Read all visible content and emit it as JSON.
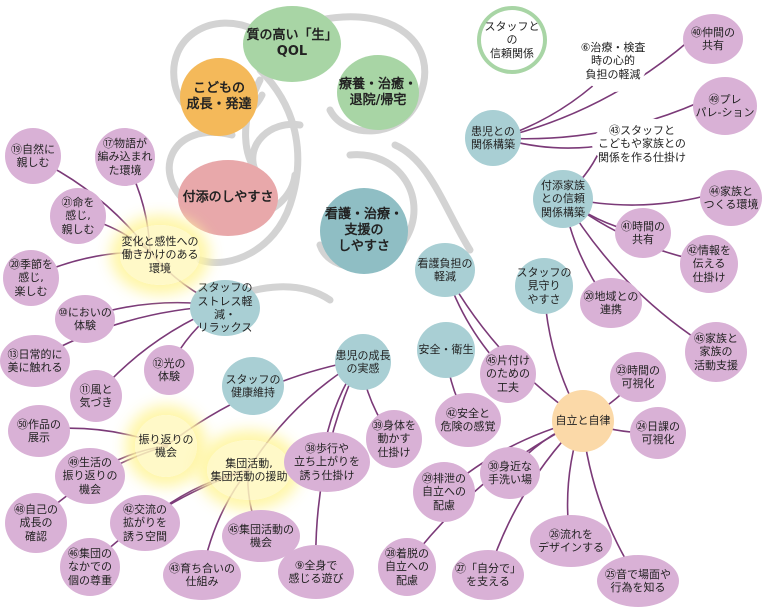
{
  "colors": {
    "pink": "#d9b1d6",
    "teal": "#a9cfd4",
    "green": "#a8d5a5",
    "orange": "#f4b95a",
    "salmon": "#e8a8aa",
    "light_orange": "#fbd9a8",
    "mid_teal": "#8fbec4",
    "line": "#7b3a78"
  },
  "nodes": {
    "quality": "質の高い「生」\nQOL",
    "child_growth": "こどもの\n成長・発達",
    "treatment": "療養・治癒・\n退院/帰宅",
    "ease_attend": "付添のしやすさ",
    "ease_care": "看護・治療・\n支援の\nしやすさ",
    "trust_staff": "スタッフとの\n信頼関係",
    "patient_rel": "患児との\n関係構築",
    "family_rel": "付添家族\nとの信頼\n関係構築",
    "nurse_burden": "看護負担の\n軽減",
    "watch": "スタッフの\n見守り\nやすさ",
    "env": "変化と感性への\n働きかけのある\n環境",
    "staff_stress": "スタッフの\nストレス軽減・\nリラックス",
    "health": "スタッフの\n健康維持",
    "growth_feel": "患児の成長\nの実感",
    "safety": "安全・衛生",
    "reflect": "振り返りの\n機会",
    "group": "集団活動,\n集団活動の援助",
    "autonomy": "自立と自律",
    "n40": "㊵仲間の\n共有",
    "n6": "⑥治療・検査\n時の心的\n負担の軽減",
    "n59": "㊾プレ\nパレ-ション",
    "n73": "㊸スタッフと\nこどもや家族との\n関係を作る仕掛け",
    "n74": "㊹家族と\nつくる環境",
    "n71": "㊶時間の\n共有",
    "n72": "㊷情報を\n伝える\n仕掛け",
    "n75": "㊺家族と\n家族の\n活動支援",
    "n70": "⑳地域との\n連携",
    "n19": "⑲自然に\n親しむ",
    "n17": "⑰物語が\n編み込まれ\nた環境",
    "n21": "㉑命を\n感じ,\n親しむ",
    "n20": "⑳季節を\n感じ,\n楽しむ",
    "n10": "⑩においの\n体験",
    "n13": "⑬日常的に\n美に触れる",
    "n12": "⑫光の\n体験",
    "n11": "⑪風と\n気づき",
    "n50": "㊿作品の\n展示",
    "n49": "㊾生活の\n振り返りの\n機会",
    "n48": "㊽自己の\n成長の\n確認",
    "n42": "㊷交流の\n拡がりを\n誘う空間",
    "n46": "㊻集団の\nなかでの\n個の尊重",
    "n43": "㊸育ち合いの\n仕組み",
    "n45": "㊺集団活動の\n機会",
    "n9": "⑨全身で\n感じる遊び",
    "n63": "㊳歩行や\n立ち上がりを\n誘う仕掛け",
    "n64": "㊴身体を\n動かす\n仕掛け",
    "n62": "㊷安全と\n危険の感覚",
    "n55": "㊺片付け\nのための\n工夫",
    "n23": "㉓時間の\n可視化",
    "n24": "㉔日課の\n可視化",
    "n29": "㉙排泄の\n自立への\n配慮",
    "n30": "㉚身近な\n手洗い場",
    "n26": "㉖流れを\nデザインする",
    "n28": "㉘着脱の\n自立への\n配慮",
    "n27": "㉗「自分で」\nを支える",
    "n25": "㉕音で場面や\n行為を知る"
  }
}
